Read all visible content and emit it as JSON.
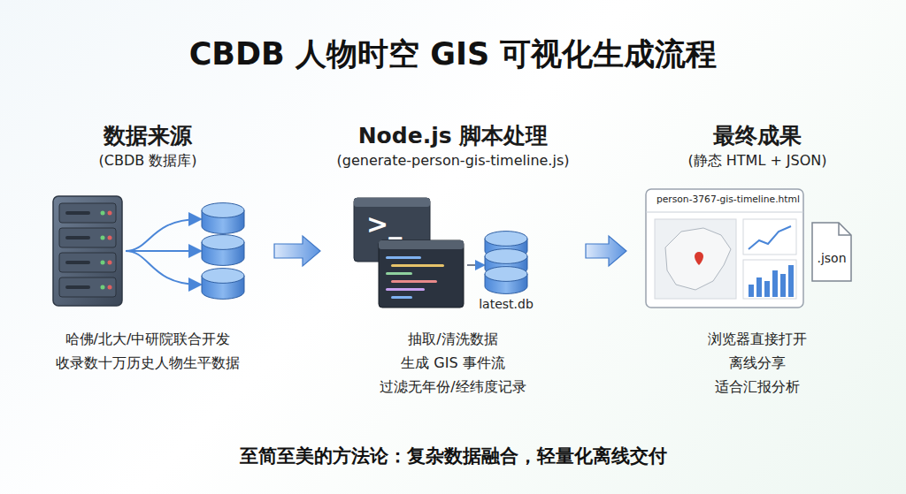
{
  "diagram": {
    "title": "CBDB 人物时空 GIS 可视化生成流程",
    "caption": "至简至美的方法论：复杂数据融合，轻量化离线交付",
    "nodes": [
      {
        "text": [
          "数据来源",
          "(CBDB 数据库)",
          "哈佛/北大/中研院联合开发",
          "收录数十万历史人物生平数据"
        ]
      },
      {
        "text": [
          "Node.js 脚本处理",
          "(generate-person-gis-timeline.js)",
          "抽取/清洗数据",
          "生成 GIS 事件流",
          "过滤无年份/经纬度记录"
        ]
      },
      {
        "text": [
          "最终成果",
          "(静态 HTML + JSON)",
          "浏览器直接打开",
          "离线分享",
          "适合汇报分析"
        ]
      }
    ],
    "edges": [
      {
        "from": 0,
        "to": 1,
        "arrow": "to"
      },
      {
        "from": 1,
        "to": 2,
        "arrow": "to"
      }
    ],
    "labels": [
      ">_",
      "latest.db",
      "person-3767-gis-timeline.html",
      ".json"
    ]
  }
}
